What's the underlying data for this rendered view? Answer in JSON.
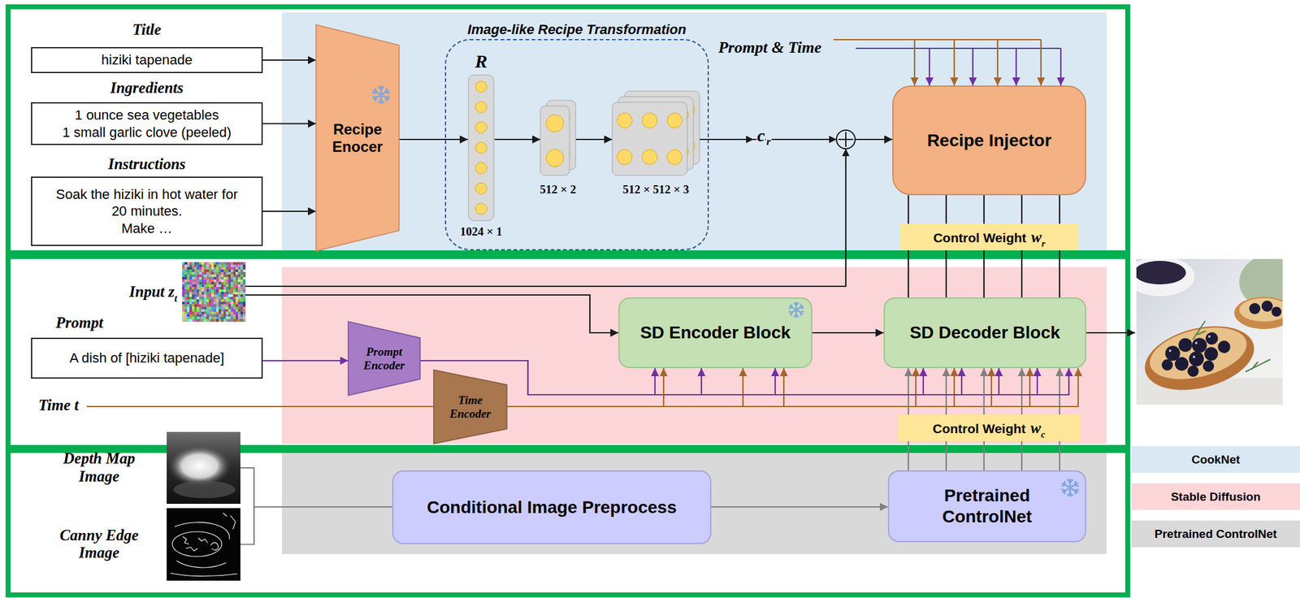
{
  "diagram": {
    "nodes": [
      {
        "text": [
          "Title",
          "hiziki tapenade"
        ]
      },
      {
        "text": [
          "Ingredients",
          "1 ounce sea vegetables",
          "1 small garlic clove (peeled)"
        ]
      },
      {
        "text": [
          "Instructions",
          "Soak the hiziki in hot water for 20 minutes.",
          "Make …"
        ]
      },
      {
        "text": [
          "Recipe Enocer"
        ]
      },
      {
        "text": [
          "Image-like Recipe Transformation"
        ]
      },
      {
        "text": [
          "R",
          "1024 × 1"
        ],
        "in": 4
      },
      {
        "text": [
          "512 × 2"
        ],
        "in": 4
      },
      {
        "text": [
          "512 × 512 × 3"
        ],
        "in": 4
      },
      {
        "text": [
          "Recipe Injector"
        ]
      },
      {
        "text": [
          "Control Weight",
          "w",
          "r"
        ]
      },
      {
        "text": [
          "Input z",
          "t"
        ]
      },
      {
        "text": [
          "Prompt",
          "A dish of [hiziki tapenade]"
        ]
      },
      {
        "text": [
          "Prompt Encoder"
        ]
      },
      {
        "text": [
          "Time Encoder"
        ]
      },
      {
        "text": [
          "SD Encoder Block"
        ]
      },
      {
        "text": [
          "SD Decoder Block"
        ]
      },
      {
        "text": [
          "Control Weight",
          "w",
          "c"
        ]
      },
      {
        "text": [
          "Depth Map Image"
        ]
      },
      {
        "text": [
          "Canny Edge Image"
        ]
      },
      {
        "text": [
          "Conditional Image Preprocess"
        ]
      },
      {
        "text": [
          "Pretrained ControlNet"
        ]
      }
    ],
    "edges": [
      {
        "from": 0,
        "to": 3,
        "arrow": "to"
      },
      {
        "from": 1,
        "to": 3,
        "arrow": "to"
      },
      {
        "from": 2,
        "to": 3,
        "arrow": "to"
      },
      {
        "from": 3,
        "to": 5,
        "arrow": "to"
      },
      {
        "from": 5,
        "to": 6,
        "arrow": "to"
      },
      {
        "from": 6,
        "to": 7,
        "arrow": "to"
      },
      {
        "from": 7,
        "to": 8,
        "arrow": "to"
      },
      {
        "from": 10,
        "to": 8,
        "arrow": "to"
      },
      {
        "from": 10,
        "to": 14,
        "arrow": "to"
      },
      {
        "from": 11,
        "to": 12,
        "arrow": "to"
      },
      {
        "from": 12,
        "to": 14,
        "arrow": "to"
      },
      {
        "from": 12,
        "to": 15,
        "arrow": "to"
      },
      {
        "from": 13,
        "to": 14,
        "arrow": "to"
      },
      {
        "from": 13,
        "to": 15,
        "arrow": "to"
      },
      {
        "from": 14,
        "to": 15,
        "arrow": "to"
      },
      {
        "from": 8,
        "to": 9,
        "arrow": "none"
      },
      {
        "from": 9,
        "to": 15,
        "arrow": "none"
      },
      {
        "from": 20,
        "to": 16,
        "arrow": "none"
      },
      {
        "from": 16,
        "to": 15,
        "arrow": "to"
      },
      {
        "from": 17,
        "to": 19,
        "arrow": "none"
      },
      {
        "from": 18,
        "to": 19,
        "arrow": "none"
      },
      {
        "from": 19,
        "to": 20,
        "arrow": "to"
      }
    ],
    "labels": [
      "Prompt & Time",
      "c",
      "r",
      "Time t"
    ],
    "legend": [
      {
        "text": "CookNet",
        "color": "#dae8f4"
      },
      {
        "text": "Stable Diffusion",
        "color": "#fcd5d8"
      },
      {
        "text": "Pretrained ControlNet",
        "color": "#d9d9d9"
      }
    ]
  }
}
